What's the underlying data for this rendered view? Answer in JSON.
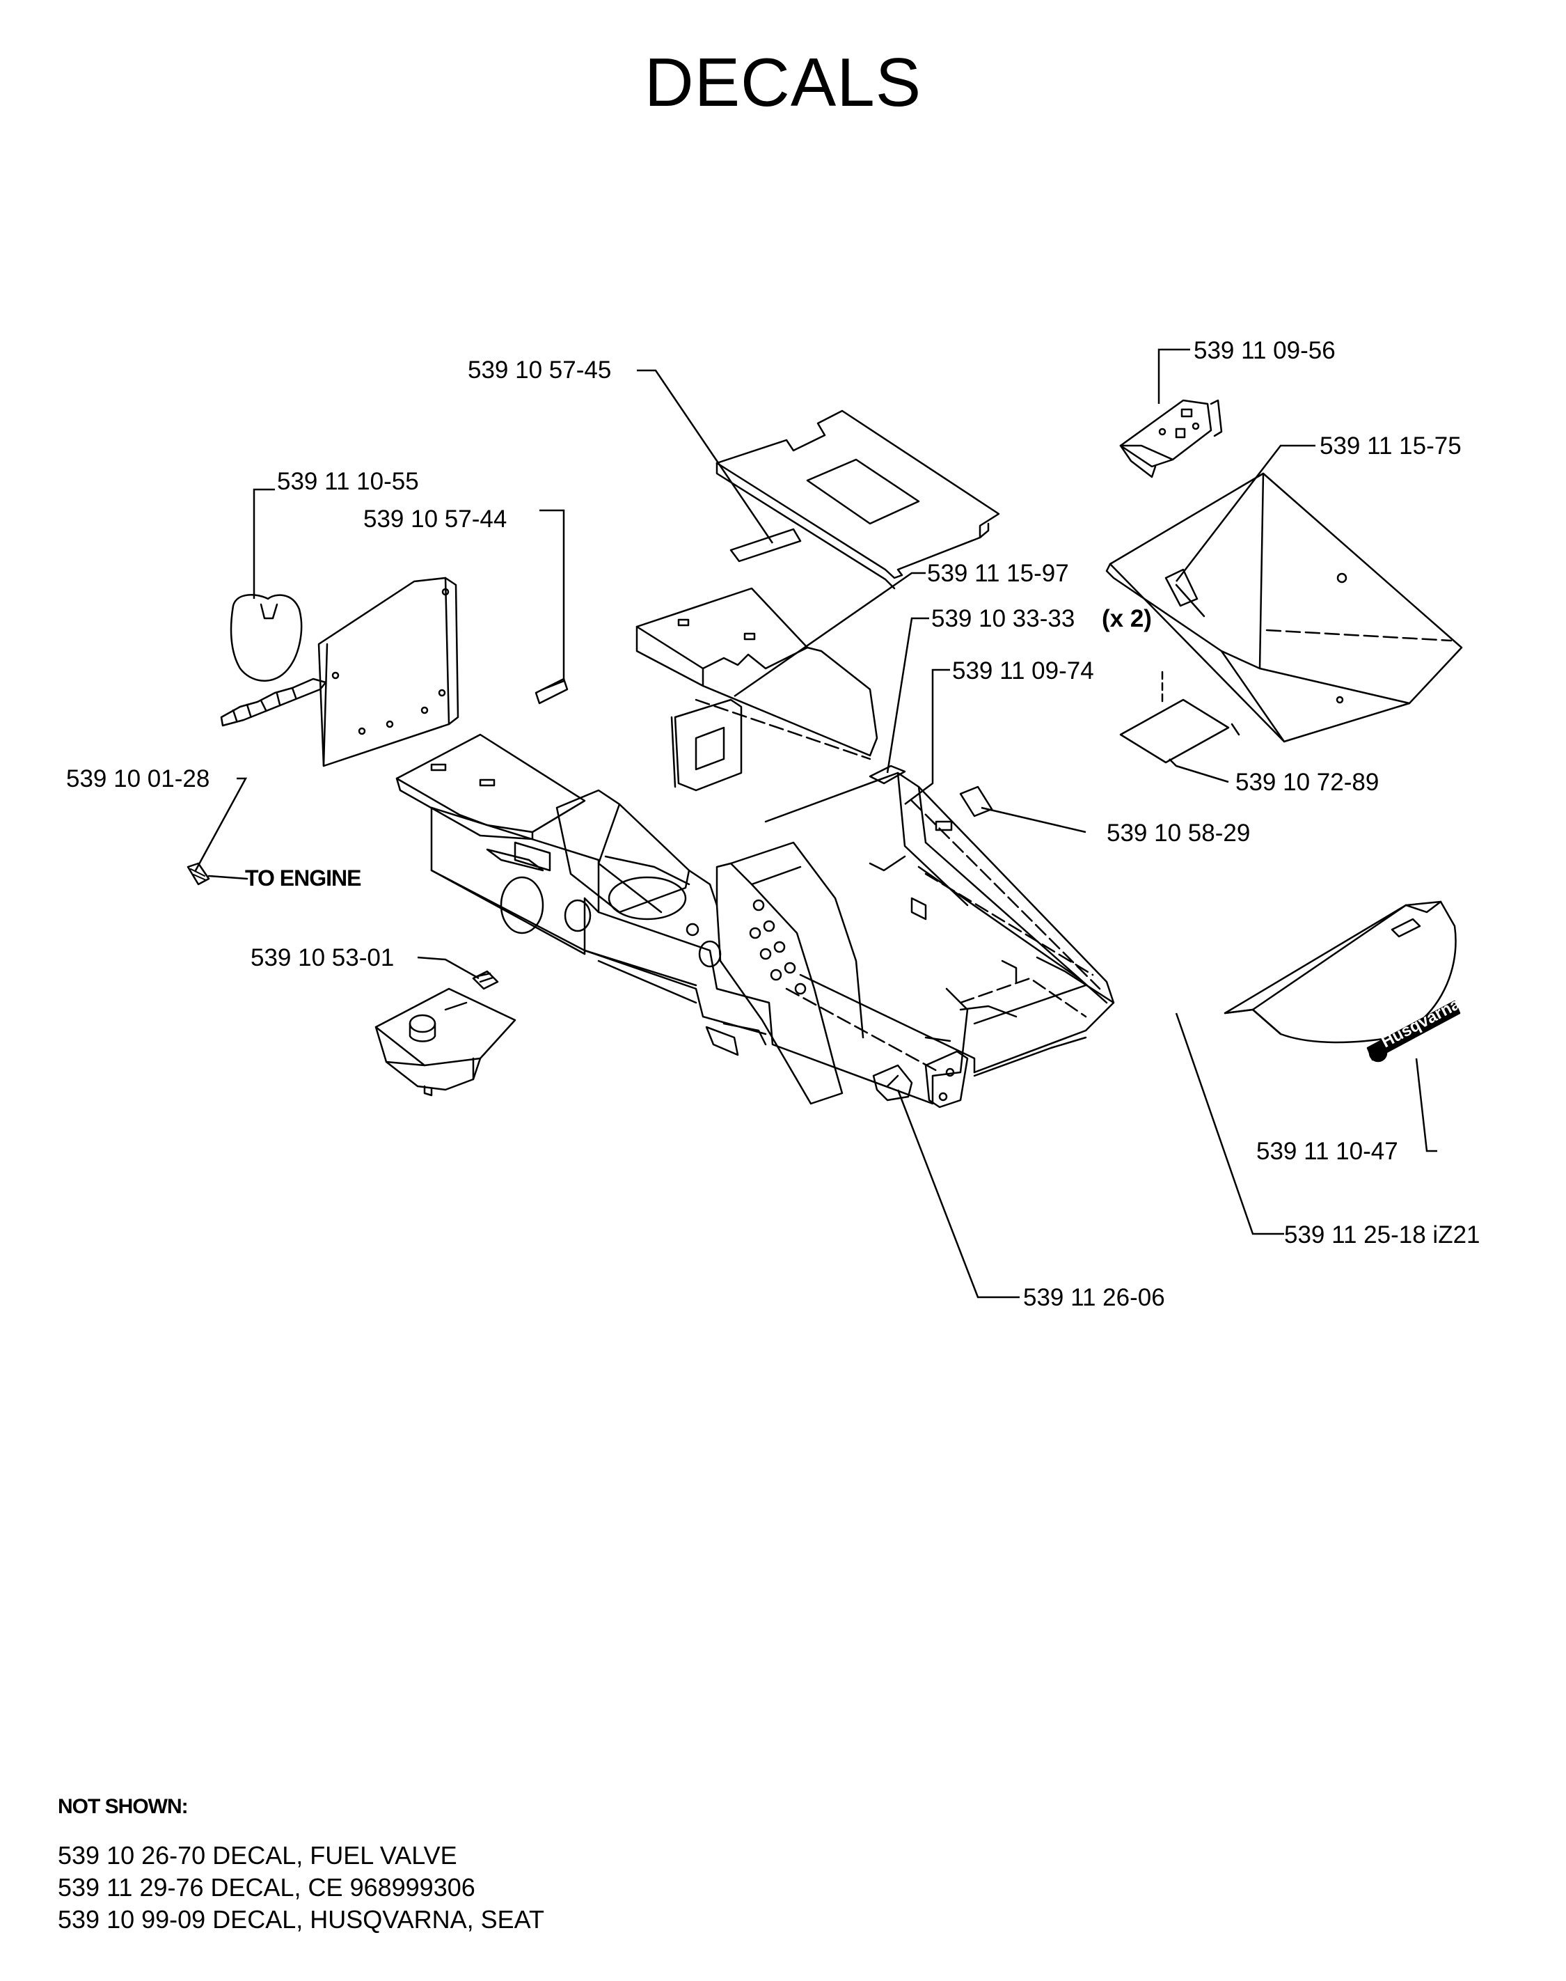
{
  "title": "DECALS",
  "callouts": {
    "p_57_45": "539  10  57-45",
    "p_09_56": "539  11  09-56",
    "p_15_75": "539  11  15-75",
    "p_10_55": "539  11  10-55",
    "p_57_44": "539  10  57-44",
    "p_15_97": "539  11  15-97",
    "p_33_33": "539  10  33-33",
    "p_33_33_qty": "(x  2)",
    "p_09_74": "539  11  09-74",
    "p_01_28": "539  10  01-28",
    "p_72_89": "539  10  72-89",
    "p_58_29": "539  10  58-29",
    "p_53_01": "539  10  53-01",
    "p_10_47": "539  11  10-47",
    "p_25_18": "539  11  25-18  iZ21",
    "p_26_06": "539  11  26-06"
  },
  "to_engine": "TO ENGINE",
  "logo_text": "Husqvarna",
  "not_shown": {
    "header": "NOT SHOWN:",
    "items": [
      "539 10 26-70 DECAL, FUEL VALVE",
      "539 11 29-76 DECAL, CE  968999306",
      "539 10 99-09 DECAL, HUSQVARNA, SEAT"
    ]
  }
}
